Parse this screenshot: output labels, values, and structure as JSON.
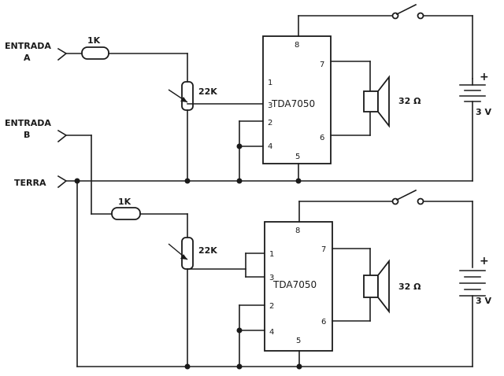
{
  "inputs": {
    "a_line1": "ENTRADA",
    "a_line2": "A",
    "b_line1": "ENTRADA",
    "b_line2": "B",
    "ground": "TERRA"
  },
  "components": {
    "resistor": "1K",
    "potentiometer": "22K",
    "ic": "TDA7050",
    "speaker": "32 Ω",
    "battery_voltage": "3 V",
    "battery_plus": "+"
  },
  "pins": {
    "p1": "1",
    "p2": "2",
    "p3": "3",
    "p4": "4",
    "p5": "5",
    "p6": "6",
    "p7": "7",
    "p8": "8"
  }
}
